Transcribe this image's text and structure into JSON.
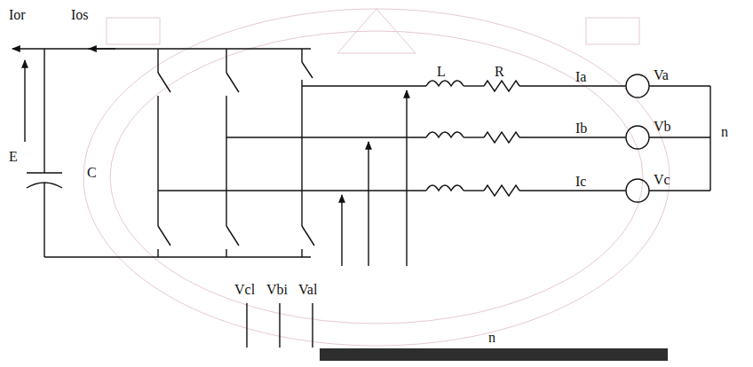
{
  "diagram": {
    "labels": [
      "Ior",
      "Ios",
      "E",
      "C",
      "L",
      "R",
      "Ia",
      "Va",
      "Ib",
      "Vb",
      "n",
      "Ic",
      "Vc",
      "Vcl",
      "Vbi",
      "Val",
      "n"
    ]
  }
}
